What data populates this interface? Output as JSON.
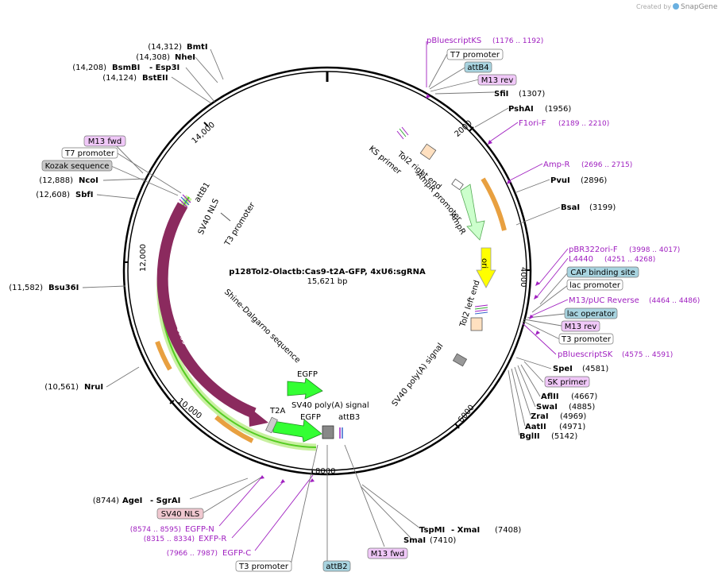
{
  "watermark": {
    "created_by": "Created by",
    "brand": "SnapGene"
  },
  "map": {
    "title": "p128Tol2-Olactb:Cas9-t2A-GFP, 4xU6:sgRNA",
    "length": "15,621 bp",
    "ticks": [
      "2000",
      "4000",
      "6000",
      "8000",
      "10,000",
      "12,000",
      "14,000"
    ]
  },
  "sites": {
    "bmti": {
      "pos": "(14,312)",
      "name": "BmtI"
    },
    "nhei": {
      "pos": "(14,308)",
      "name": "NheI"
    },
    "bsmbi": {
      "pos": "(14,208)",
      "name": "BsmBI",
      "name2": "- Esp3I"
    },
    "bsteii": {
      "pos": "(14,124)",
      "name": "BstEII"
    },
    "ncoi": {
      "pos": "(12,888)",
      "name": "NcoI"
    },
    "sbfi": {
      "pos": "(12,608)",
      "name": "SbfI"
    },
    "bsu36i": {
      "pos": "(11,582)",
      "name": "Bsu36I"
    },
    "nrui": {
      "pos": "(10,561)",
      "name": "NruI"
    },
    "agei": {
      "pos": "(8744)",
      "name": "AgeI",
      "name2": "- SgrAI"
    },
    "sfii": {
      "name": "SfiI",
      "pos": "(1307)"
    },
    "pshai": {
      "name": "PshAI",
      "pos": "(1956)"
    },
    "pvui": {
      "name": "PvuI",
      "pos": "(2896)"
    },
    "bsai": {
      "name": "BsaI",
      "pos": "(3199)"
    },
    "spei": {
      "name": "SpeI",
      "pos": "(4581)"
    },
    "aflii": {
      "name": "AflII",
      "pos": "(4667)"
    },
    "swai": {
      "name": "SwaI",
      "pos": "(4885)"
    },
    "zrai": {
      "name": "ZraI",
      "pos": "(4969)"
    },
    "aatii": {
      "name": "AatII",
      "pos": "(4971)"
    },
    "bglii": {
      "name": "BglII",
      "pos": "(5142)"
    },
    "tspmi": {
      "name": "TspMI",
      "name2": "- XmaI",
      "pos": "(7408)"
    },
    "smai": {
      "name": "SmaI",
      "pos": "(7410)"
    }
  },
  "primers": {
    "pbluescriptks": {
      "name": "pBluescriptKS",
      "pos": "(1176 .. 1192)"
    },
    "f1ori_f": {
      "name": "F1ori-F",
      "pos": "(2189 .. 2210)"
    },
    "amp_r": {
      "name": "Amp-R",
      "pos": "(2696 .. 2715)"
    },
    "pbr322ori_f": {
      "name": "pBR322ori-F",
      "pos": "(3998 .. 4017)"
    },
    "l4440": {
      "name": "L4440",
      "pos": "(4251 .. 4268)"
    },
    "m13puc_rev": {
      "name": "M13/pUC Reverse",
      "pos": "(4464 .. 4486)"
    },
    "pbluescriptsk": {
      "name": "pBluescriptSK",
      "pos": "(4575 .. 4591)"
    },
    "egfp_n": {
      "name": "EGFP-N",
      "pos": "(8574 .. 8595)"
    },
    "exfp_r": {
      "name": "EXFP-R",
      "pos": "(8315 .. 8334)"
    },
    "egfp_c": {
      "name": "EGFP-C",
      "pos": "(7966 .. 7987)"
    }
  },
  "boxes": {
    "t7_promoter_top": "T7 promoter",
    "attb4": "attB4",
    "m13_rev_top": "M13 rev",
    "m13_fwd_left": "M13 fwd",
    "t7_promoter_left": "T7 promoter",
    "kozak": "Kozak sequence",
    "cap_binding": "CAP binding site",
    "lac_promoter": "lac promoter",
    "lac_operator": "lac operator",
    "m13_rev_right": "M13 rev",
    "t3_promoter_right": "T3 promoter",
    "sk_primer": "SK primer",
    "sv40_nls_bottom": "SV40 NLS",
    "t3_promoter_bottom": "T3 promoter",
    "attb2": "attB2",
    "m13_fwd_bottom": "M13 fwd"
  },
  "features": {
    "tol2_right_end": "Tol2 right end",
    "ks_primer": "KS primer",
    "ampr_promoter": "AmpR promoter",
    "ampr": "AmpR",
    "ori": "ori",
    "tol2_left_end": "Tol2 left end",
    "sv40_polya_right": "SV40 poly(A) signal",
    "sv40_polya_center": "SV40 poly(A) signal",
    "attb1": "attB1",
    "sv40_nls": "SV40 NLS",
    "t3_promoter_inner": "T3 promoter",
    "cas9": "Cas9",
    "shine_dalgarno": "Shine-Dalgarno sequence",
    "egfp_1": "EGFP",
    "t2a": "T2A",
    "egfp_2": "EGFP",
    "attb3": "attB3"
  },
  "colors": {
    "primer": "#a020c0",
    "m13_box": "#f0c8f8",
    "attb_box": "#a8d4e0",
    "kozak_box": "#c8c8c8",
    "cas9": "#8b2a5e",
    "egfp": "#33ff33",
    "ampr": "#ccffcc",
    "ori": "#ffff00",
    "sv40_nls_box": "#f0c8d0"
  }
}
